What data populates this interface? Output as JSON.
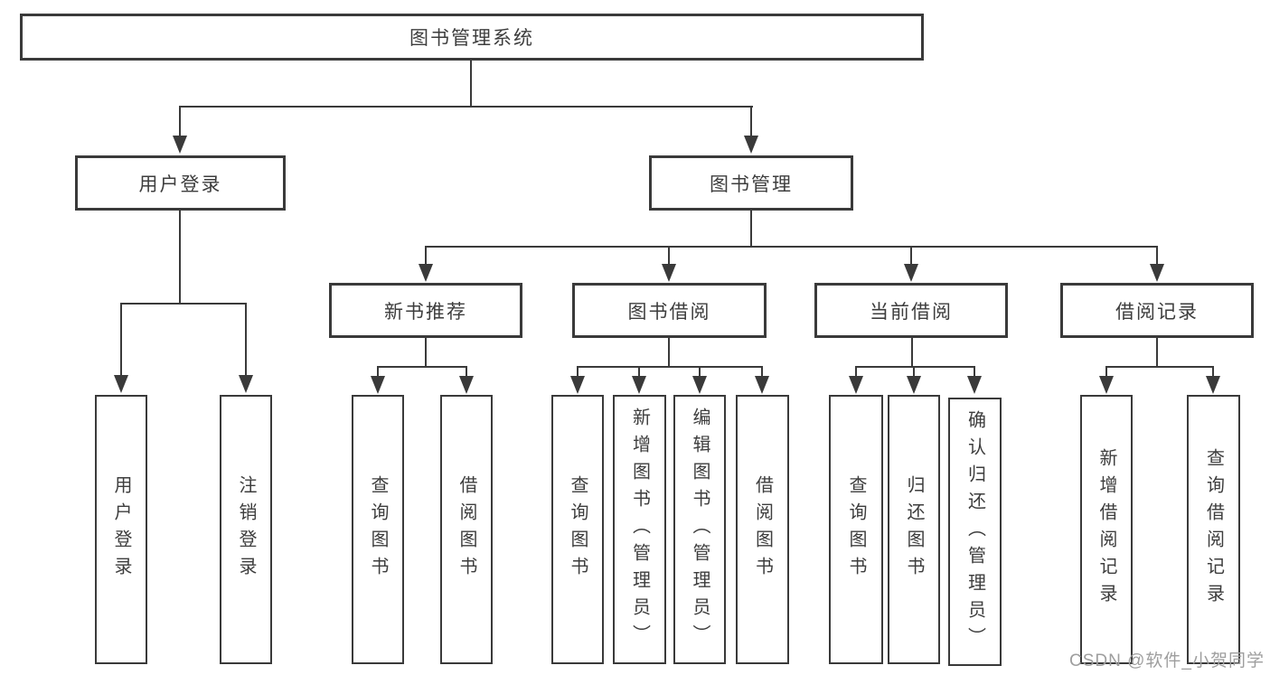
{
  "diagram_title": "图书管理系统",
  "colors": {
    "line": "#3a3a3a",
    "text": "#3d3d3d",
    "background": "#ffffff",
    "watermark": "#9e9e9e"
  },
  "nodes": {
    "root": {
      "label": "图书管理系统"
    },
    "user_login": {
      "label": "用户登录",
      "children": [
        {
          "label": "用户登录"
        },
        {
          "label": "注销登录"
        }
      ]
    },
    "book_management": {
      "label": "图书管理",
      "children": [
        {
          "label": "新书推荐",
          "children": [
            {
              "label": "查询图书"
            },
            {
              "label": "借阅图书"
            }
          ]
        },
        {
          "label": "图书借阅",
          "children": [
            {
              "label": "查询图书"
            },
            {
              "label": "新增图书（管理员）"
            },
            {
              "label": "编辑图书（管理员）"
            },
            {
              "label": "借阅图书"
            }
          ]
        },
        {
          "label": "当前借阅",
          "children": [
            {
              "label": "查询图书"
            },
            {
              "label": "归还图书"
            },
            {
              "label": "确认归还（管理员）"
            }
          ]
        },
        {
          "label": "借阅记录",
          "children": [
            {
              "label": "新增借阅记录"
            },
            {
              "label": "查询借阅记录"
            }
          ]
        }
      ]
    }
  },
  "watermark": {
    "text": "CSDN @软件_小贺同学"
  }
}
